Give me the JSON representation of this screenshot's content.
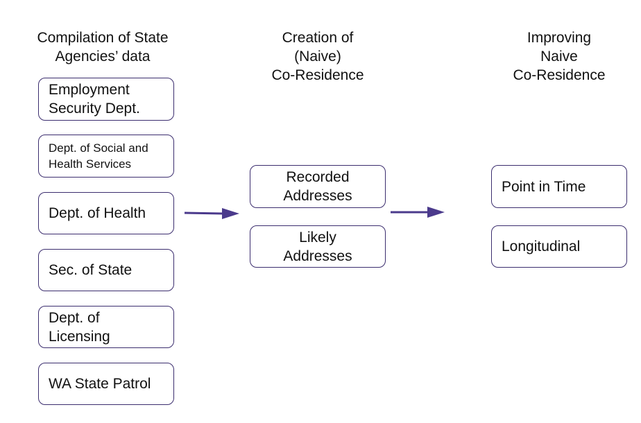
{
  "columns": {
    "compilation": {
      "title": "Compilation of State\nAgencies’ data",
      "items": [
        {
          "label": "Employment\nSecurity Dept."
        },
        {
          "label": "Dept. of Social and\nHealth Services"
        },
        {
          "label": "Dept. of Health"
        },
        {
          "label": "Sec. of State"
        },
        {
          "label": "Dept. of\nLicensing"
        },
        {
          "label": "WA State Patrol"
        }
      ]
    },
    "creation": {
      "title": "Creation of\n(Naive)\nCo-Residence",
      "items": [
        {
          "label": "Recorded\nAddresses"
        },
        {
          "label": "Likely\nAddresses"
        }
      ]
    },
    "improving": {
      "title": "Improving\nNaive\nCo-Residence",
      "items": [
        {
          "label": "Point in Time"
        },
        {
          "label": "Longitudinal"
        }
      ]
    }
  },
  "colors": {
    "box_border": "#3b2d6e",
    "arrow": "#4b3a8c"
  }
}
